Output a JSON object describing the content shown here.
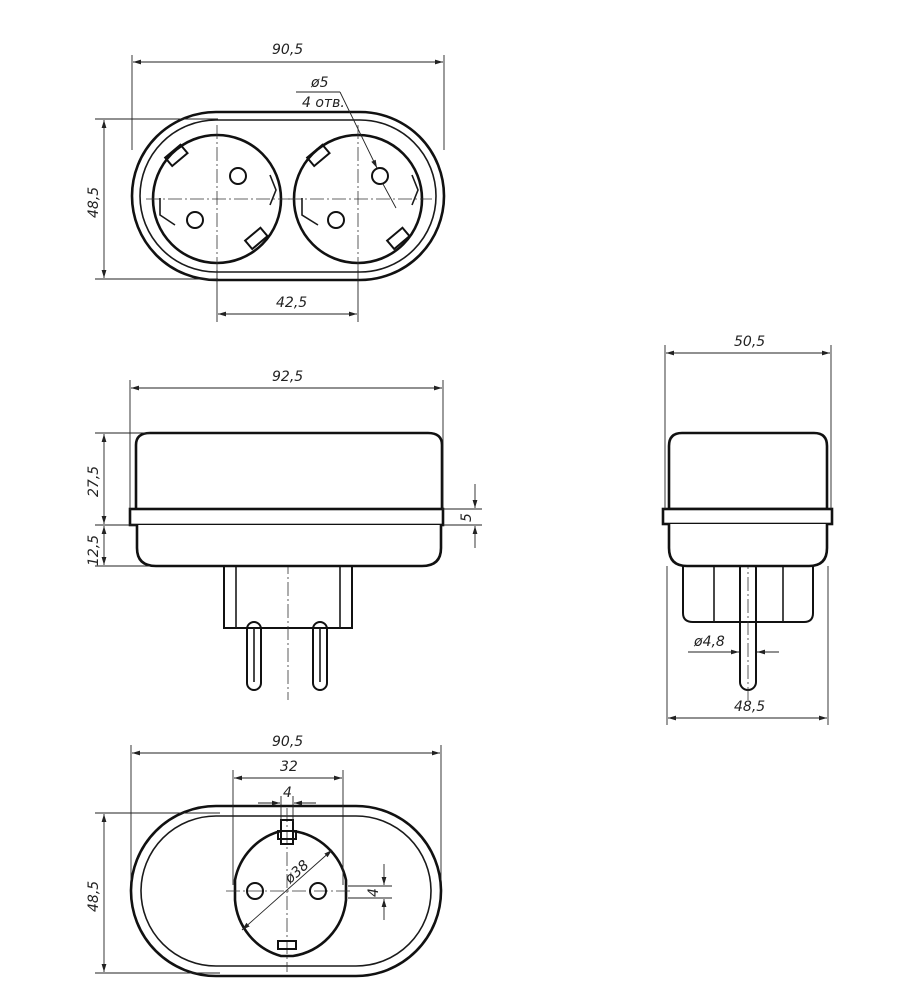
{
  "dimensions": {
    "top_view": {
      "width": "90,5",
      "height": "48,5",
      "socket_spacing": "42,5",
      "hole_diameter": "ø5",
      "hole_count": "4 отв."
    },
    "front_view": {
      "width": "92,5",
      "upper_height": "27,5",
      "lower_height": "12,5",
      "band_height": "5"
    },
    "side_view": {
      "top_width": "50,5",
      "bottom_width": "48,5",
      "pin_diameter": "ø4,8"
    },
    "bottom_view": {
      "width": "90,5",
      "height": "48,5",
      "plug_width": "32",
      "slot_width": "4",
      "slot_right": "4",
      "plug_diameter": "ø38"
    }
  }
}
